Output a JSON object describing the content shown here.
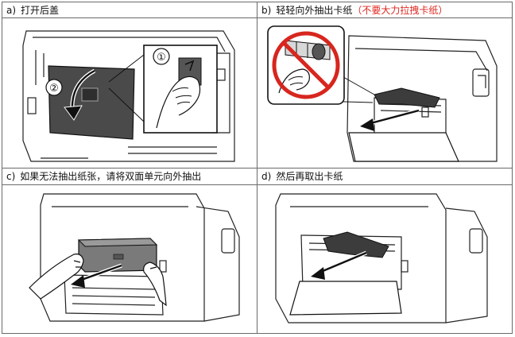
{
  "steps": [
    {
      "letter": "a)",
      "text": "打开后盖"
    },
    {
      "letter": "b)",
      "text": "轻轻向外抽出卡纸",
      "warning": "（不要大力拉拽卡纸）"
    },
    {
      "letter": "c)",
      "text": "如果无法抽出纸张，请将双面单元向外抽出"
    },
    {
      "letter": "d)",
      "text": "然后再取出卡纸"
    }
  ],
  "callouts": {
    "one": "①",
    "two": "②"
  },
  "colors": {
    "border": "#6a6a6a",
    "warning": "#e0261e",
    "prohibit": "#d7261e",
    "panel": "#4a4a4a",
    "line": "#222222"
  }
}
